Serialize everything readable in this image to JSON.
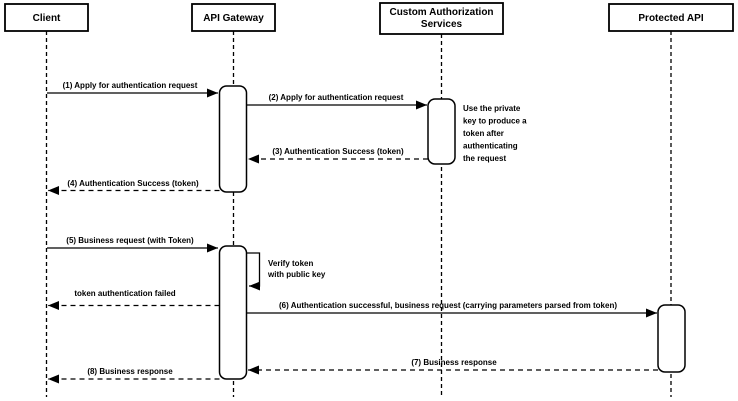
{
  "participants": [
    {
      "id": "client",
      "label": "Client"
    },
    {
      "id": "api-gateway",
      "label": "API Gateway"
    },
    {
      "id": "custom-authorization-services",
      "label_line1": "Custom Authorization",
      "label_line2": "Services"
    },
    {
      "id": "protected-api",
      "label": "Protected API"
    }
  ],
  "messages": [
    {
      "label": "(1) Apply for authentication request",
      "from": "Client",
      "to": "API Gateway",
      "line": "solid"
    },
    {
      "label": "(2) Apply for authentication request",
      "from": "API Gateway",
      "to": "Custom Authorization Services",
      "line": "solid"
    },
    {
      "label": "(3) Authentication Success (token)",
      "from": "Custom Authorization Services",
      "to": "API Gateway",
      "line": "dashed"
    },
    {
      "label": "(4) Authentication Success (token)",
      "from": "API Gateway",
      "to": "Client",
      "line": "dashed"
    },
    {
      "label": "(5) Business request (with Token)",
      "from": "Client",
      "to": "API Gateway",
      "line": "solid"
    },
    {
      "type": "self",
      "label_line1": "Verify token",
      "label_line2": "with public key",
      "from": "API Gateway",
      "to": "API Gateway",
      "line": "solid"
    },
    {
      "label": "token authentication failed",
      "from": "API Gateway",
      "to": "Client",
      "line": "dashed"
    },
    {
      "label": "(6) Authentication successful, business request (carrying parameters parsed from token)",
      "from": "API Gateway",
      "to": "Protected API",
      "line": "solid"
    },
    {
      "label": "(7) Business response",
      "from": "Protected API",
      "to": "API Gateway",
      "line": "dashed"
    },
    {
      "label": "(8) Business response",
      "from": "API Gateway",
      "to": "Client",
      "line": "dashed"
    }
  ],
  "note": {
    "attached_to": "Custom Authorization Services",
    "lines": [
      "Use the private",
      "key to produce a",
      "token after",
      "authenticating",
      "the request"
    ]
  },
  "colors": {
    "stroke": "#000000",
    "background": "#ffffff",
    "shape_fill": "#ffffff"
  }
}
